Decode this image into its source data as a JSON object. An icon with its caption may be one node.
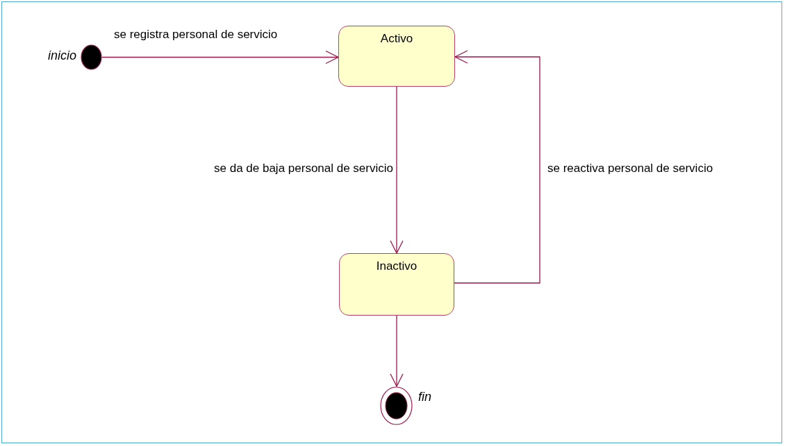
{
  "diagram": {
    "nodes": [
      {
        "text": [],
        "shape": "circle",
        "beside": [
          "inicio"
        ]
      },
      {
        "text": [
          "Activo"
        ]
      },
      {
        "text": [
          "Inactivo"
        ]
      },
      {
        "text": [],
        "shape": "bullseye",
        "beside": [
          "fin"
        ]
      }
    ],
    "edges": [
      {
        "from": 0,
        "to": 1,
        "arrow": "to",
        "label": "se registra personal de servicio"
      },
      {
        "from": 1,
        "to": 2,
        "arrow": "to",
        "label": "se da de baja personal de servicio"
      },
      {
        "from": 2,
        "to": 1,
        "arrow": "to",
        "label": "se reactiva personal de servicio"
      },
      {
        "from": 2,
        "to": 3,
        "arrow": "to"
      }
    ]
  }
}
